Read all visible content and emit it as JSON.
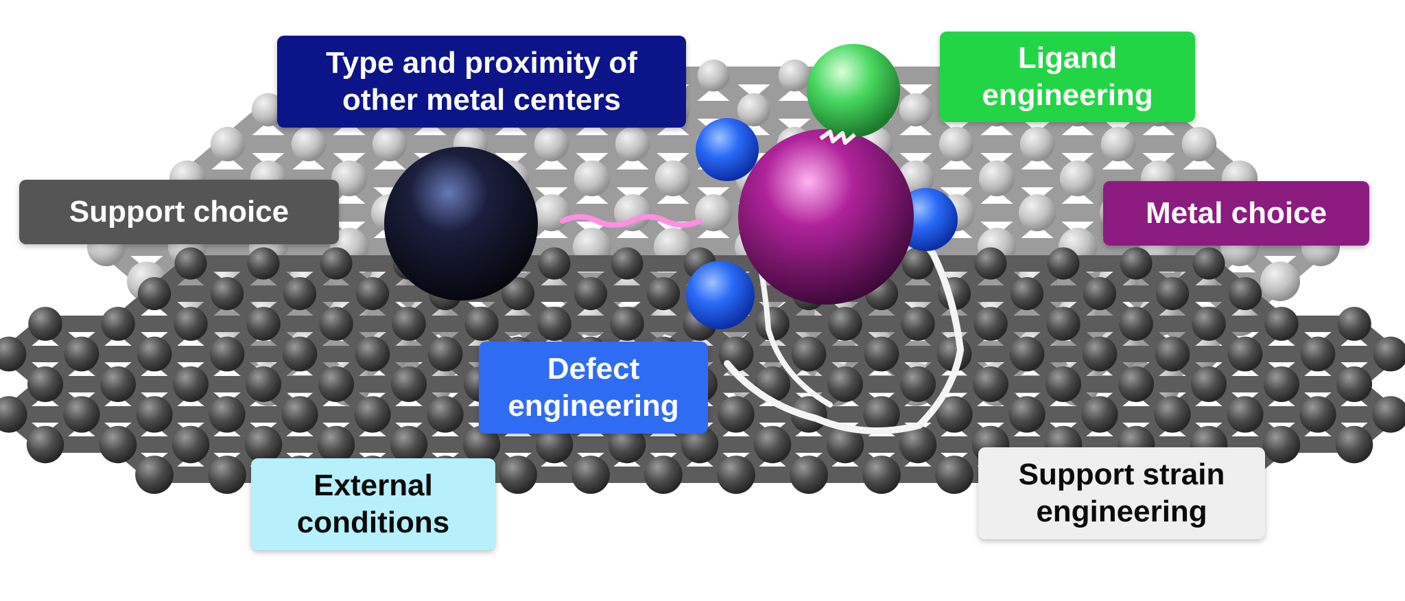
{
  "colors": {
    "background": "#ffffff",
    "carbon_front": "#4a4a4a",
    "carbon_back": "#c4c4c4",
    "nitrogen": "#1f5ff0",
    "metal_magenta": "#9a1a82",
    "metal_dark": "#161a2e",
    "ligand_green": "#3fd65a",
    "interaction_pink": "#ff8fe2",
    "interaction_white": "#f4f4f4"
  },
  "labels": {
    "type_proximity": {
      "lines": [
        "Type and proximity of",
        "other metal centers"
      ],
      "bg": "#0b1488"
    },
    "ligand": {
      "lines": [
        "Ligand",
        "engineering"
      ],
      "bg": "#22d544"
    },
    "support_choice": {
      "lines": [
        "Support choice"
      ],
      "bg": "#555555"
    },
    "metal_choice": {
      "lines": [
        "Metal choice"
      ],
      "bg": "#8c1b80"
    },
    "defect": {
      "lines": [
        "Defect",
        "engineering"
      ],
      "bg": "#2f6cf4"
    },
    "external": {
      "lines": [
        "External",
        "conditions"
      ],
      "bg": "#b6f0fb"
    },
    "strain": {
      "lines": [
        "Support strain",
        "engineering"
      ],
      "bg": "#efefef"
    }
  }
}
